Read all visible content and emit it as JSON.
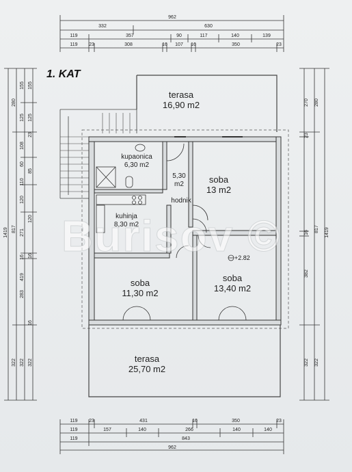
{
  "title": "1. KAT",
  "watermark": "Burisov ©",
  "level_marker": "+2.82",
  "rooms": {
    "terasa_top": {
      "name": "terasa",
      "area": "16,90 m2"
    },
    "kupaonica": {
      "name": "kupaonica",
      "area": "6,30 m2"
    },
    "hodnik": {
      "name": "hodnik",
      "area": "5,30 m2"
    },
    "soba_ne": {
      "name": "soba",
      "area": "13 m2"
    },
    "kuhinja": {
      "name": "kuhinja",
      "area": "8,30 m2"
    },
    "soba_sw": {
      "name": "soba",
      "area": "11,30 m2"
    },
    "soba_se": {
      "name": "soba",
      "area": "13,40 m2"
    },
    "terasa_bottom": {
      "name": "terasa",
      "area": "25,70 m2"
    }
  },
  "dims_top": {
    "row1": [
      "962"
    ],
    "row2": [
      "332",
      "630"
    ],
    "row3": [
      "119",
      "357",
      "90",
      "117",
      "140",
      "139"
    ],
    "row4": [
      "119",
      "23",
      "308",
      "16",
      "107",
      "16",
      "350",
      "23"
    ]
  },
  "dims_bottom": {
    "row1": [
      "119",
      "23",
      "431",
      "16",
      "350",
      "23"
    ],
    "row2": [
      "119",
      "157",
      "140",
      "266",
      "140",
      "140"
    ],
    "row3": [
      "119",
      "843"
    ],
    "row4": [
      "962"
    ]
  },
  "dims_left": {
    "outer": [
      "1419"
    ],
    "mid": [
      "280",
      "817",
      "322"
    ],
    "inner": [
      "155",
      "125",
      "108",
      "60",
      "110",
      "120",
      "271",
      "16",
      "419",
      "283",
      "322"
    ],
    "edge": [
      "155",
      "125",
      "23",
      "85",
      "120",
      "16",
      "16",
      "322"
    ]
  },
  "dims_right": {
    "outer": [
      "1419"
    ],
    "mid": [
      "280",
      "817",
      "322"
    ],
    "inner": [
      "270",
      "23",
      "382",
      "16",
      "322"
    ]
  }
}
